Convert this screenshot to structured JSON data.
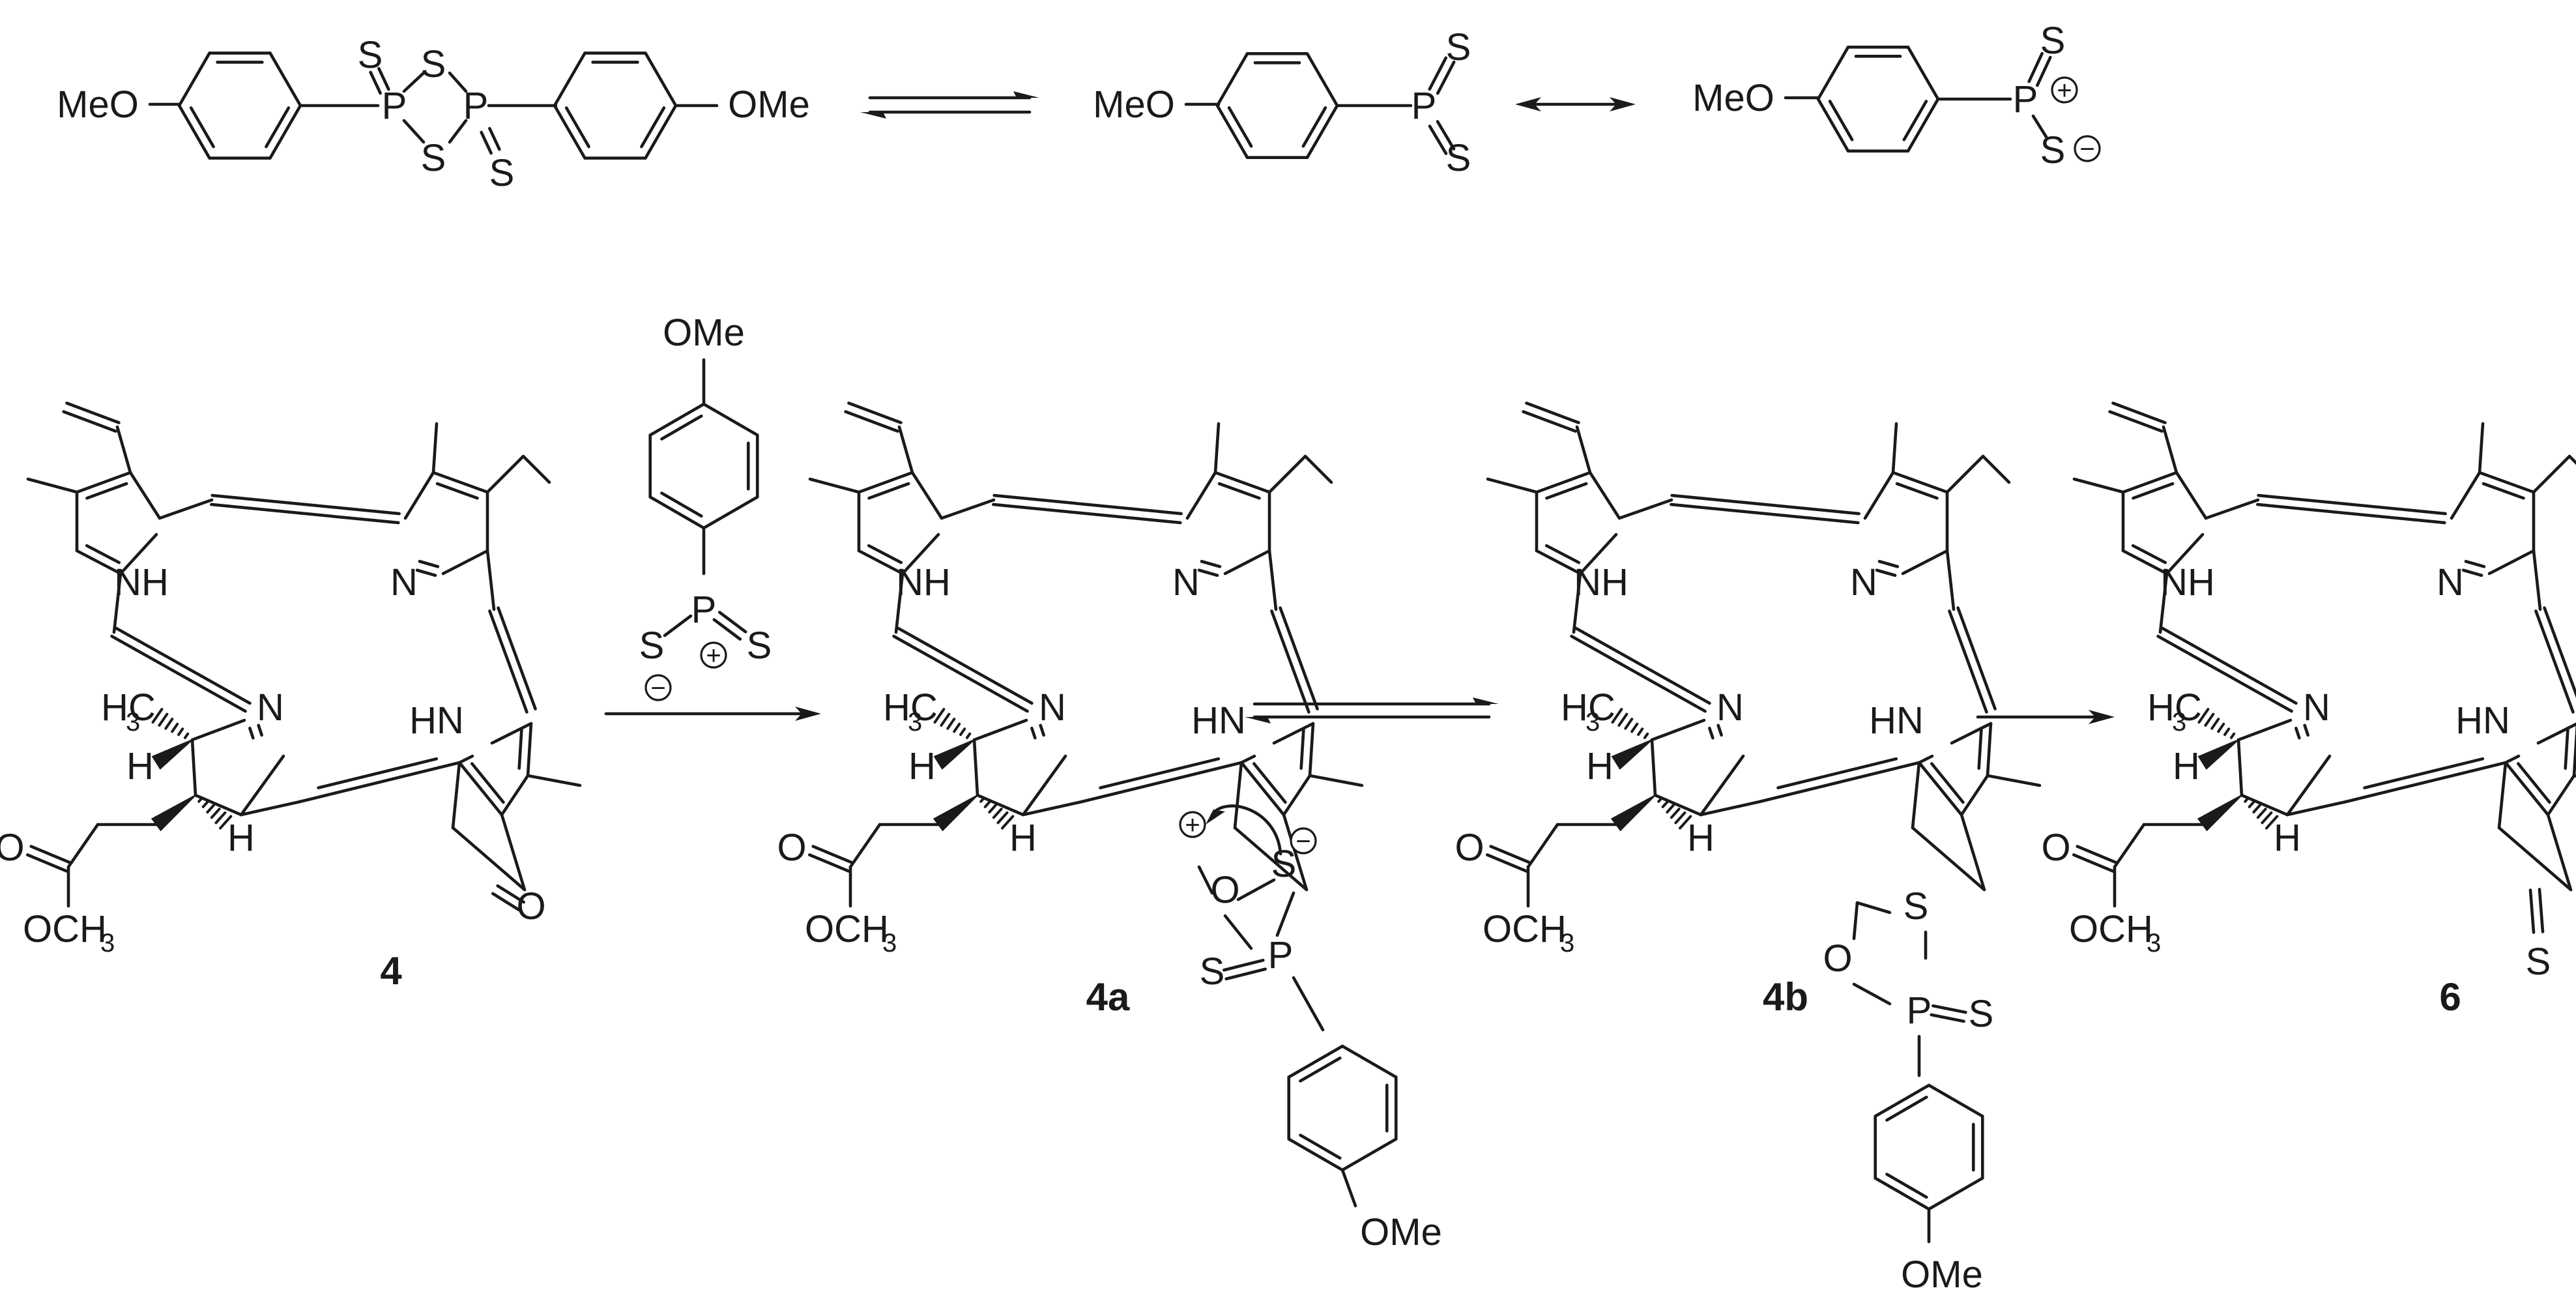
{
  "labels": {
    "meo": "MeO",
    "ome": "OMe",
    "s": "S",
    "p": "P",
    "o": "O",
    "n": "N",
    "nh": "NH",
    "hn": "HN",
    "h": "H",
    "h3c_h": "H",
    "h3c_c": "C",
    "h3c_3": "3",
    "och3_o": "OCH",
    "och3_3": "3",
    "plus": "+",
    "minus": "−"
  },
  "compounds": {
    "c4": "4",
    "c4a": "4a",
    "c4b": "4b",
    "c6": "6"
  }
}
